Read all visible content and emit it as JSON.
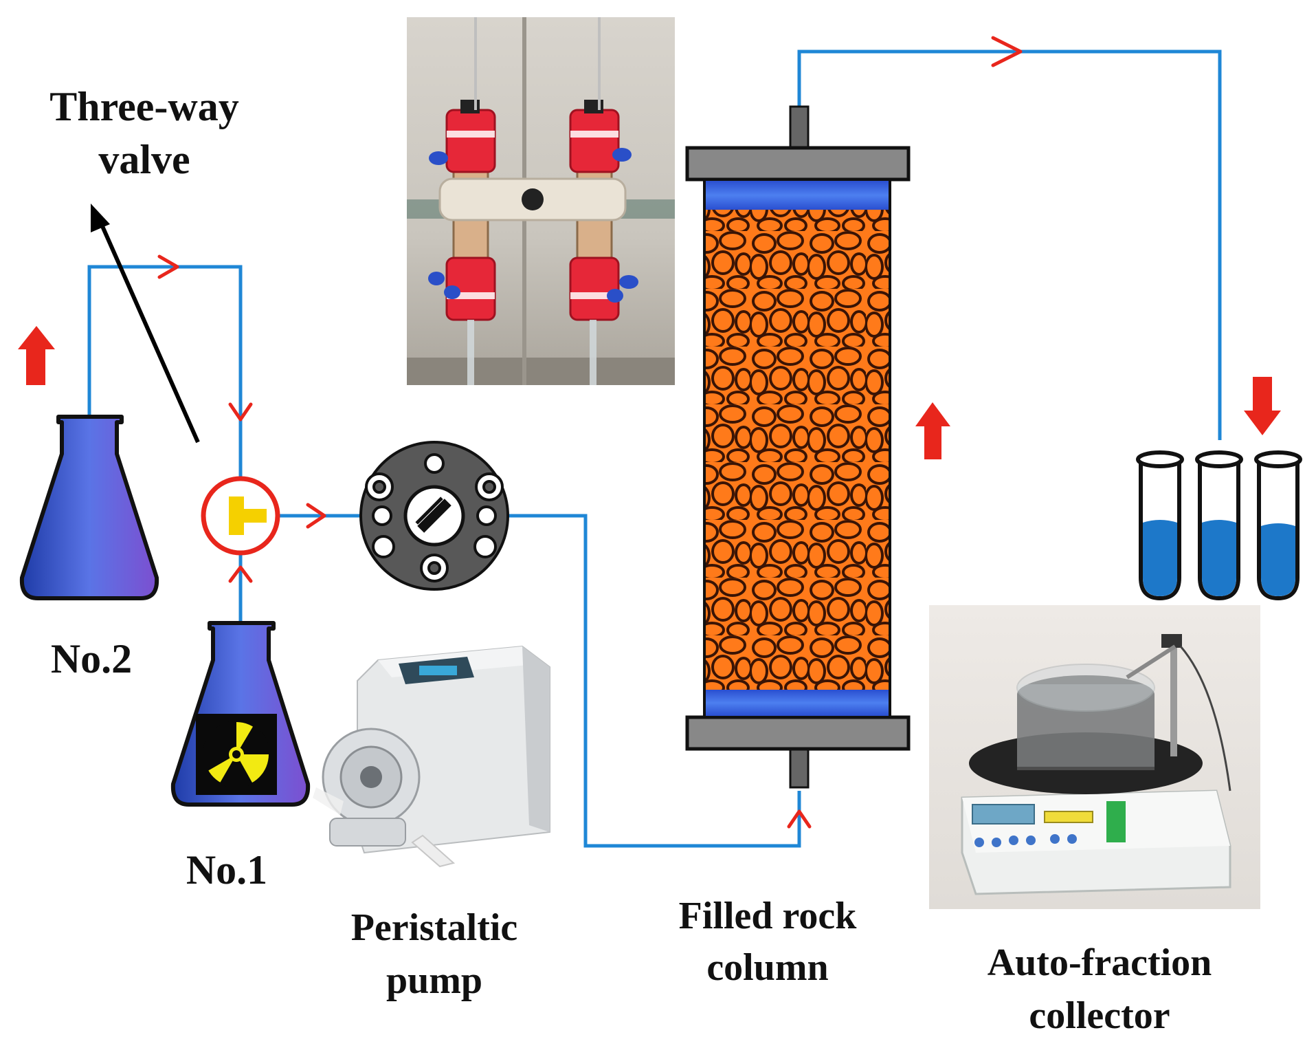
{
  "labels": {
    "three_way_valve_line1": "Three-way",
    "three_way_valve_line2": "valve",
    "no2": "No.2",
    "no1": "No.1",
    "pump_line1": "Peristaltic",
    "pump_line2": "pump",
    "column_line1": "Filled rock",
    "column_line2": "column",
    "collector_line1": "Auto-fraction",
    "collector_line2": "collector"
  },
  "colors": {
    "tubing": "#1f87d6",
    "flow_arrow": "#e8261c",
    "rock_fill": "#ff7a1a",
    "rock_outline": "#3a1405",
    "flask_blue": "#3f5bd8",
    "liquid_blue": "#1d78c9",
    "valve_ring": "#e8261c",
    "valve_body": "#f5d000",
    "pump_head": "#555555",
    "radiation_yellow": "#f2ea12"
  },
  "icons": [
    "three-way-valve-photo",
    "peristaltic-pump-photo",
    "fraction-collector-photo",
    "radiation-icon",
    "flask-icon",
    "test-tube-icon",
    "pump-head-icon"
  ]
}
